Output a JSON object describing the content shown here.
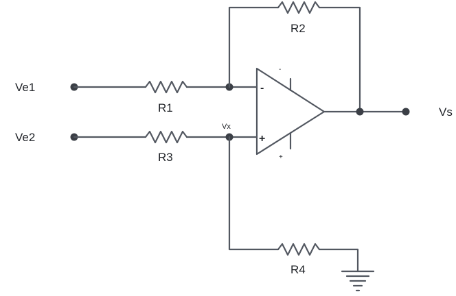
{
  "circuit": {
    "inputs": {
      "ve1": "Ve1",
      "ve2": "Ve2"
    },
    "output": "Vs",
    "node_vx": "Vx",
    "resistors": {
      "r1": "R1",
      "r2": "R2",
      "r3": "R3",
      "r4": "R4"
    },
    "opamp": {
      "inverting_sign": "-",
      "noninverting_sign": "+",
      "supply_top": "-",
      "supply_bottom": "+"
    }
  },
  "colors": {
    "wire": "#525760",
    "terminal": "#3b3f46",
    "text": "#1f2227"
  }
}
